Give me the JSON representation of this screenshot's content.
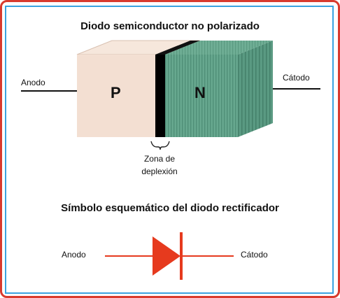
{
  "diagram": {
    "title": "Diodo semiconductor no polarizado",
    "anode_label": "Anodo",
    "cathode_label": "Cátodo",
    "p_label": "P",
    "n_label": "N",
    "depletion_label_line1": "Zona de",
    "depletion_label_line2": "deplexión",
    "colors": {
      "p_region": "#f3dfd2",
      "n_region": "#5e9f86",
      "depletion": "#000000",
      "frame_outer": "#d83a2e",
      "frame_inner": "#3aa3e0"
    }
  },
  "symbol": {
    "title": "Símbolo esquemático del diodo rectificador",
    "anode_label": "Anodo",
    "cathode_label": "Cátodo",
    "color": "#e63a1e"
  }
}
